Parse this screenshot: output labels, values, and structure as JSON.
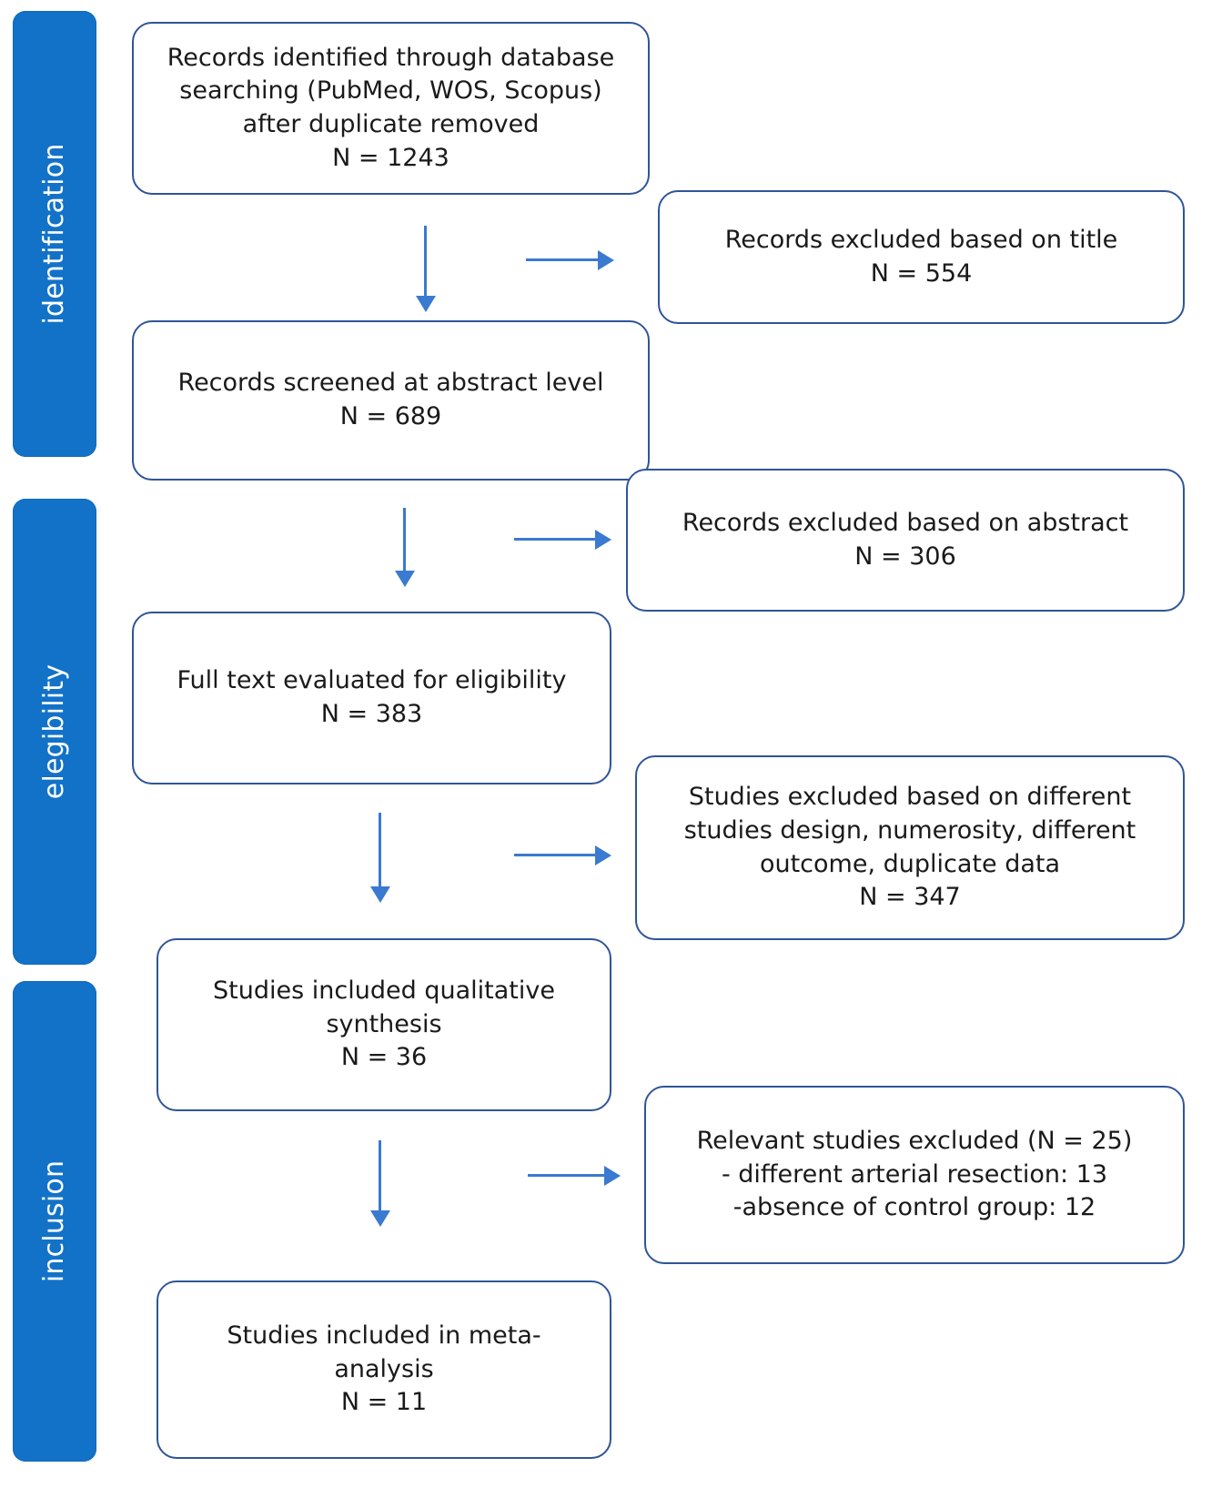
{
  "diagram": {
    "type": "prisma-flow-diagram",
    "title": "PRISMA study selection flow diagram",
    "colors": {
      "stage_bar_fill": "#1272C8",
      "stage_bar_text": "#FFFFFF",
      "box_border": "#2F5597",
      "box_fill": "#FFFFFF",
      "box_text": "#1A1A1A",
      "arrow": "#3A7AD0"
    }
  },
  "stages": [
    {
      "id": "identification",
      "label": "identification"
    },
    {
      "id": "elegibility",
      "label": "elegibility"
    },
    {
      "id": "inclusion",
      "label": "inclusion"
    }
  ],
  "flow_boxes": [
    {
      "id": "records-identified",
      "column": "left",
      "text": "Records identified through database\nsearching (PubMed, WOS, Scopus)\nafter duplicate removed\nN = 1243",
      "count_label": "N = 1243",
      "count": 1243
    },
    {
      "id": "records-excluded-title",
      "column": "right",
      "text": "Records excluded based on title\nN =  554",
      "count_label": "N =  554",
      "count": 554
    },
    {
      "id": "records-screened-abstract",
      "column": "left",
      "text": "Records screened at abstract level\nN =  689",
      "count_label": "N =  689",
      "count": 689
    },
    {
      "id": "records-excluded-abstract",
      "column": "right",
      "text": "Records excluded based on abstract\nN = 306",
      "count_label": "N = 306",
      "count": 306
    },
    {
      "id": "full-text-eligibility",
      "column": "left",
      "text": "Full text evaluated for eligibility\nN = 383",
      "count_label": "N = 383",
      "count": 383
    },
    {
      "id": "studies-excluded-design",
      "column": "right",
      "text": "Studies excluded based on different\nstudies design, numerosity, different\noutcome, duplicate data\nN = 347",
      "count_label": "N = 347",
      "count": 347
    },
    {
      "id": "qualitative-synthesis",
      "column": "left",
      "text": "Studies included qualitative\nsynthesis\nN = 36",
      "count_label": "N = 36",
      "count": 36
    },
    {
      "id": "relevant-studies-excluded",
      "column": "right",
      "text": "Relevant studies excluded (N = 25)\n- different arterial resection: 13\n-absence of control group: 12",
      "count_label": "N = 25",
      "count": 25,
      "reasons": [
        {
          "label": "different arterial resection",
          "count": 13
        },
        {
          "label": "absence of control group",
          "count": 12
        }
      ]
    },
    {
      "id": "meta-analysis",
      "column": "left",
      "text": "Studies included in meta-\nanalysis\nN = 11",
      "count_label": "N = 11",
      "count": 11
    }
  ],
  "connectors": [
    {
      "id": "arrow-down-1",
      "kind": "down-arrow"
    },
    {
      "id": "arrow-right-1",
      "kind": "right-arrow"
    },
    {
      "id": "arrow-down-2",
      "kind": "down-arrow"
    },
    {
      "id": "arrow-right-2",
      "kind": "right-arrow"
    },
    {
      "id": "arrow-down-3",
      "kind": "down-arrow"
    },
    {
      "id": "arrow-right-3",
      "kind": "right-arrow"
    },
    {
      "id": "arrow-down-4",
      "kind": "down-arrow"
    },
    {
      "id": "arrow-right-4",
      "kind": "right-arrow"
    }
  ]
}
